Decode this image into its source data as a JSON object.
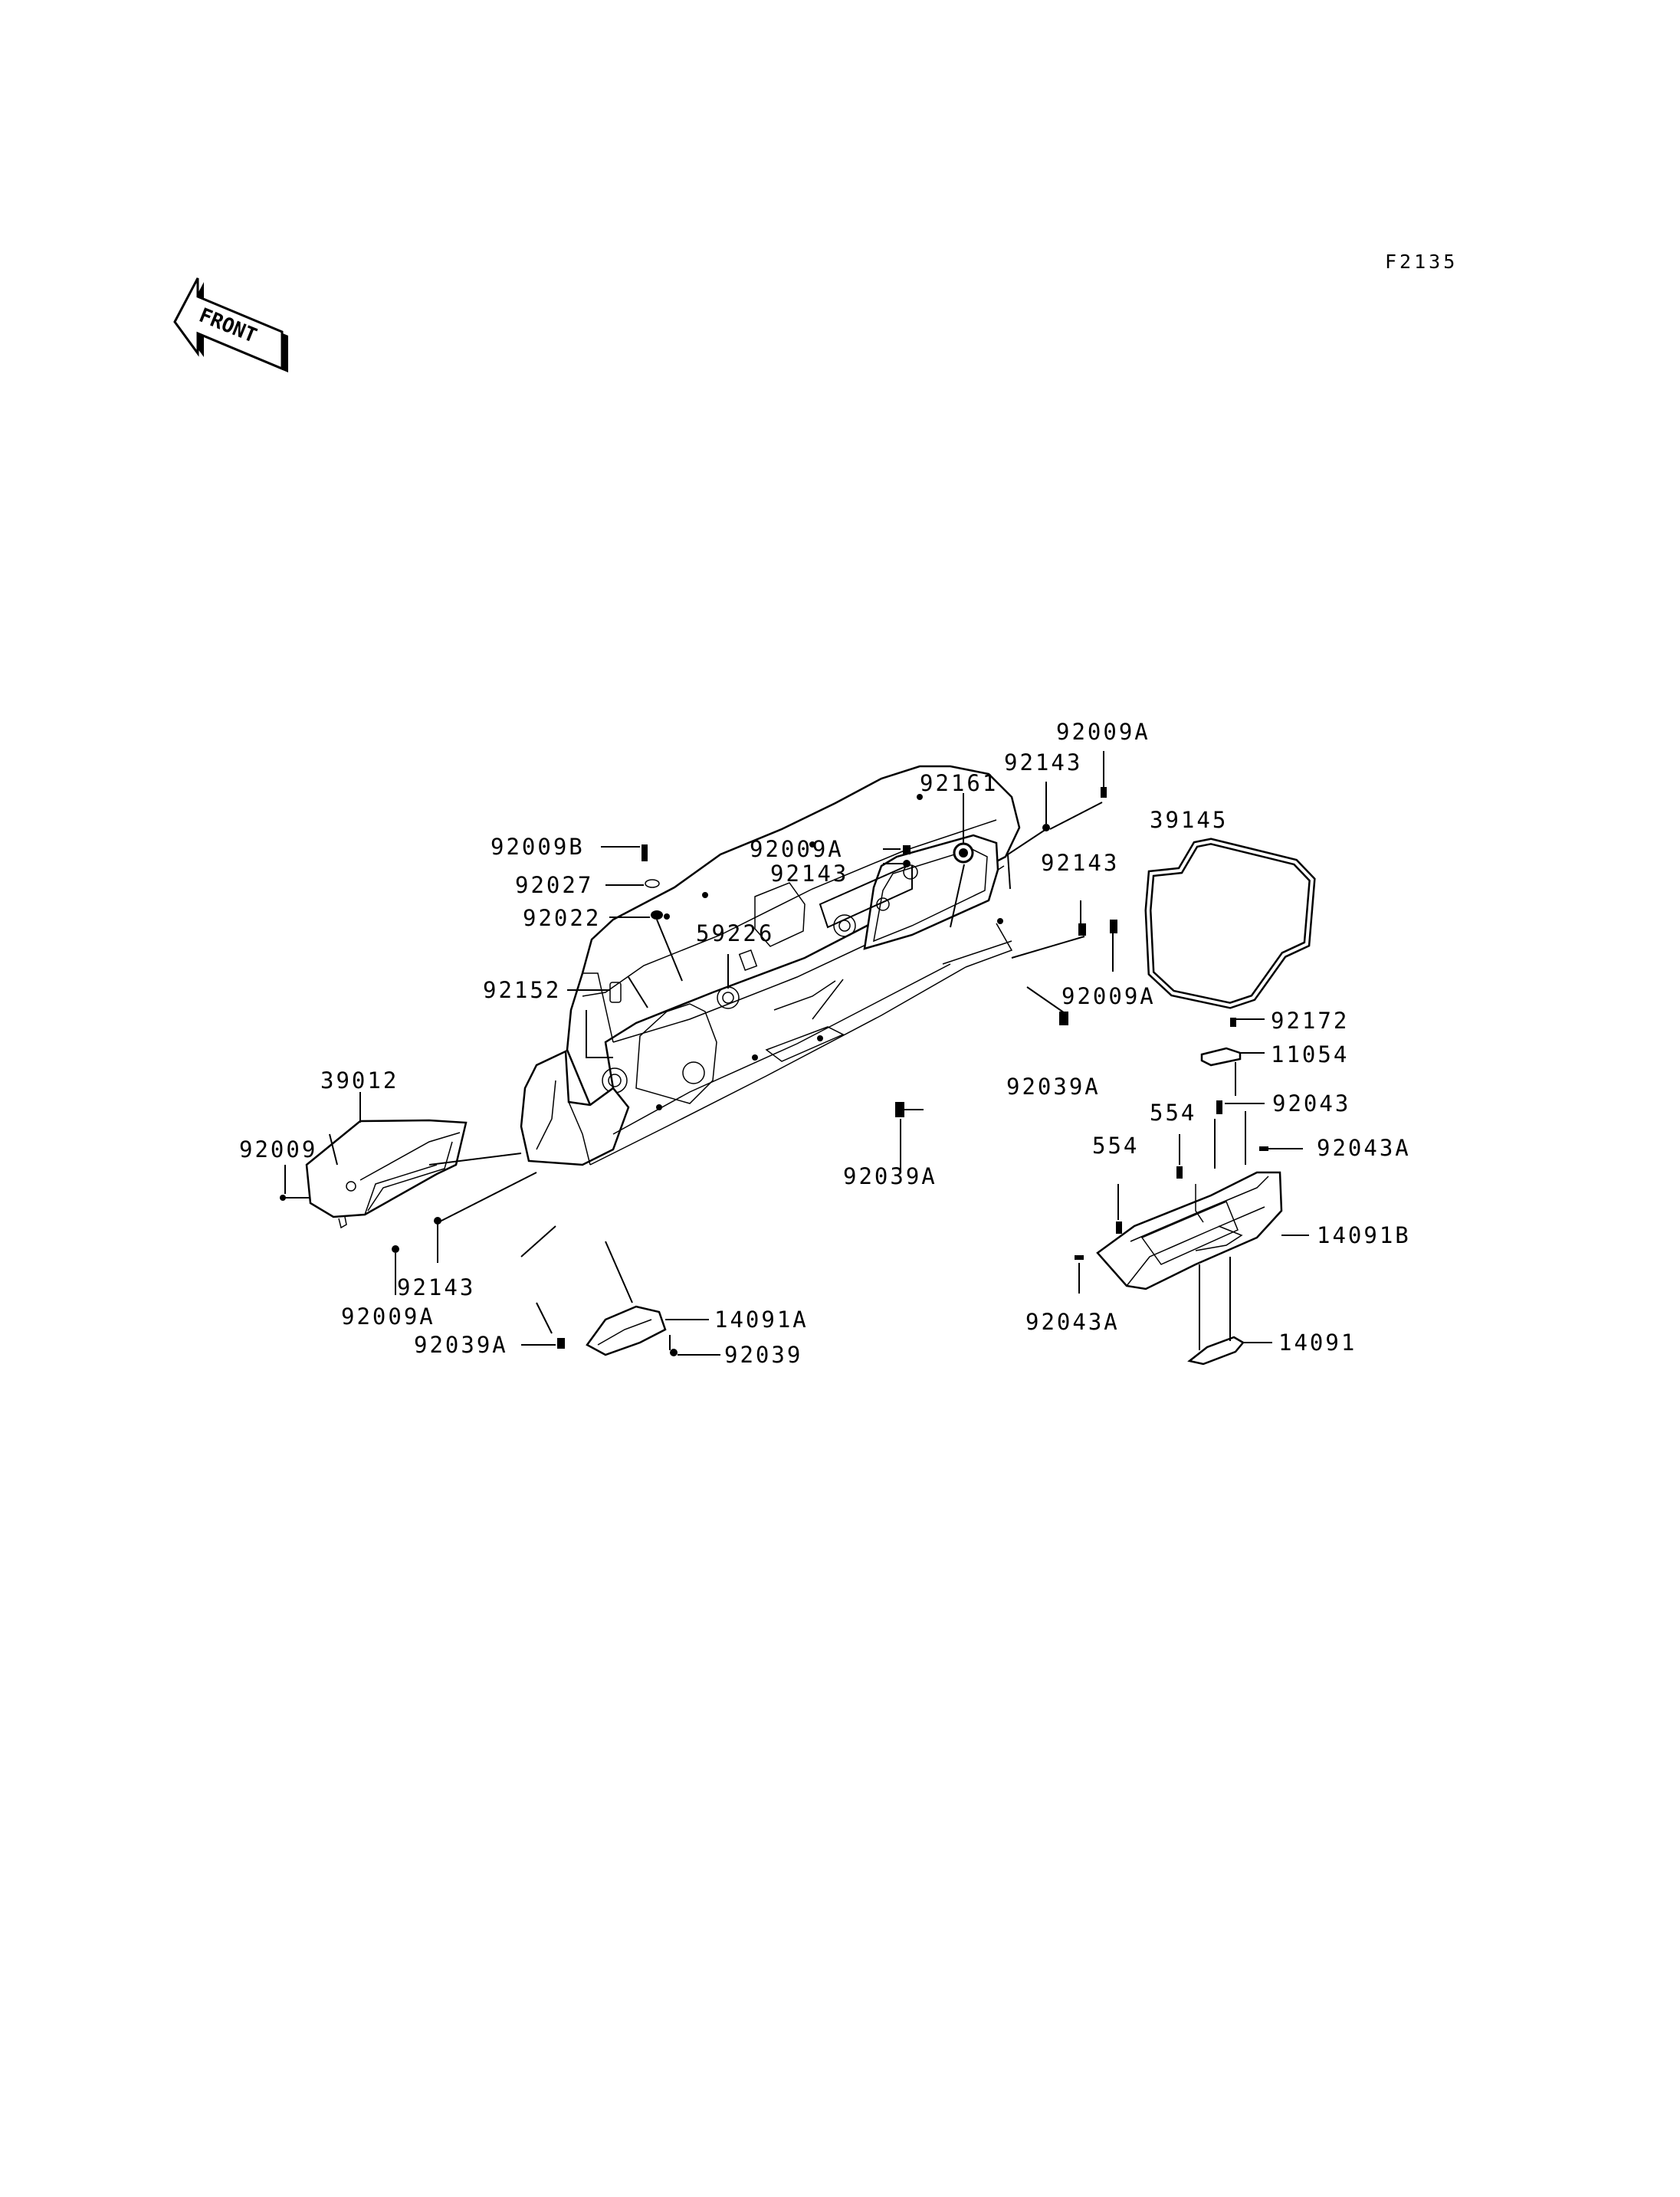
{
  "figure_code": "F2135",
  "front_label": "FRONT",
  "labels": {
    "p92009A_top": "92009A",
    "p92143_top": "92143",
    "p92161": "92161",
    "p39145": "39145",
    "p92009B": "92009B",
    "p92009A_mid": "92009A",
    "p92143_mid": "92143",
    "p92027": "92027",
    "p92022": "92022",
    "p59226": "59226",
    "p92143_right": "92143",
    "p92152": "92152",
    "p92009A_right": "92009A",
    "p92172": "92172",
    "p11054": "11054",
    "p39012": "39012",
    "p92039A_right": "92039A",
    "p92043": "92043",
    "p554_a": "554",
    "p92009": "92009",
    "p92043A_right": "92043A",
    "p554_b": "554",
    "p92039A_mid": "92039A",
    "p14091B": "14091B",
    "p92143_bottom": "92143",
    "p92009A_bottom": "92009A",
    "p14091A": "14091A",
    "p92043A_left": "92043A",
    "p92039A_bottom": "92039A",
    "p14091": "14091",
    "p92039": "92039"
  }
}
